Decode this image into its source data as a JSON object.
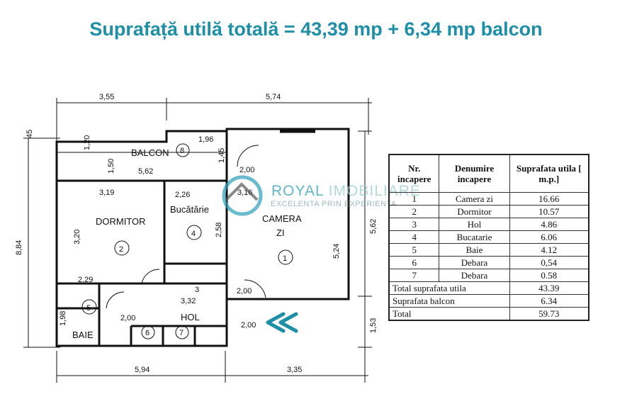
{
  "title": "Suprafață utilă totală = 43,39 mp + 6,34 mp balcon",
  "plan": {
    "rooms": {
      "balcon": "BALCON",
      "dormitor": "DORMITOR",
      "bucatarie": "Bucătărie",
      "camera": "CAMERA",
      "zi": "ZI",
      "hol": "HOL",
      "baie": "BAIE"
    },
    "numbers": [
      "1",
      "2",
      "3",
      "4",
      "5",
      "6",
      "7",
      "8"
    ],
    "dims": {
      "top1": "3,55",
      "top2": "5,74",
      "left": "8,84",
      "bottom1": "5,94",
      "bottom2": "3,35",
      "right1": "5,62",
      "right2": "1,53",
      "bal1": "5,62",
      "dorm_w": "3,19",
      "dorm_h": "3,20",
      "buc_w": "2,26",
      "buc_h": "2,58",
      "cam_w": "3,16",
      "cam_h": "5,24",
      "hol_w": "3,32",
      "baie_w": "2,29",
      "baie_h": "1,98",
      "d1": "1,96",
      "d2": "2,00",
      "d3": "2,00",
      "d4": "2,00",
      "d5": "2,00",
      "d6": "1,45",
      "d7": "1,20",
      "d8": "1,50",
      "d9": "45"
    }
  },
  "logo": {
    "name_a": "ROYAL",
    "name_b": "IMOBILIARE",
    "tagline": "EXCELENTA PRIN EXPERIENTA"
  },
  "table": {
    "headers": [
      "Nr. incapere",
      "Denumire incapere",
      "Suprafata utila [ m.p.]"
    ],
    "rows": [
      [
        "1",
        "Camera zi",
        "16.66"
      ],
      [
        "2",
        "Dormitor",
        "10.57"
      ],
      [
        "3",
        "Hol",
        "4.86"
      ],
      [
        "4",
        "Bucatarie",
        "6.06"
      ],
      [
        "5",
        "Baie",
        "4.12"
      ],
      [
        "6",
        "Debara",
        "0,54"
      ],
      [
        "7",
        "Debara",
        "0.58"
      ]
    ],
    "totals": [
      [
        "Total suprafata utila",
        "43.39"
      ],
      [
        "Suprafata balcon",
        "6.34"
      ],
      [
        "Total",
        "59.73"
      ]
    ]
  },
  "colors": {
    "title": "#1d8fa6",
    "arrow": "#1d8fa6"
  }
}
